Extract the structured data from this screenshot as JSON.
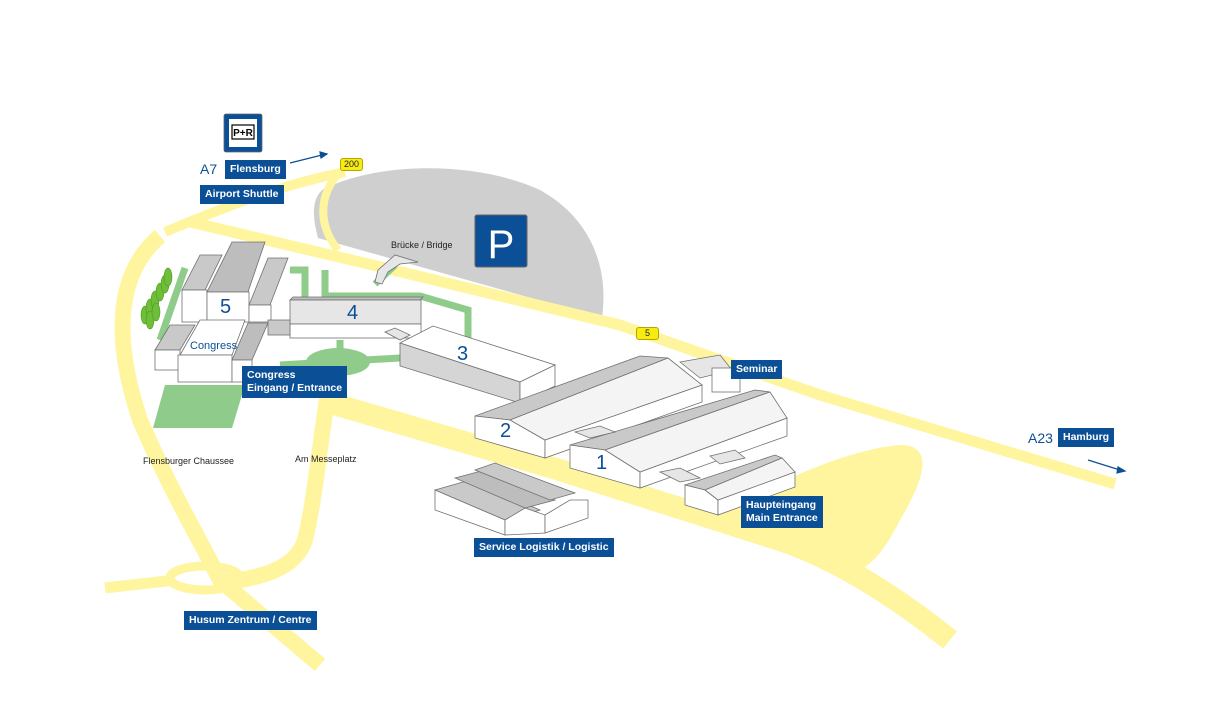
{
  "map": {
    "colors": {
      "road": "#fff59f",
      "parking_area": "#cfcfcf",
      "green": "#8fcb8a",
      "trees": "#6fbe3a",
      "label_bg": "#0b4f96",
      "label_text": "#ffffff",
      "road_badge": "#f6ec12",
      "building_wall": "#ffffff",
      "building_roof": "#d5d5d5",
      "building_stroke": "#707070"
    },
    "icons": {
      "park_and_ride": {
        "name": "park-and-ride-icon",
        "text": "P+R"
      },
      "parking": {
        "name": "parking-icon",
        "text": "P"
      }
    },
    "highways": {
      "north": {
        "number": "A7",
        "destination": "Flensburg"
      },
      "east": {
        "number": "A23",
        "destination": "Hamburg"
      }
    },
    "road_badges": {
      "b200": "200",
      "b5": "5"
    },
    "labels": {
      "airport_shuttle": "Airport Shuttle",
      "congress_entrance_line1": "Congress",
      "congress_entrance_line2": "Eingang / Entrance",
      "seminar": "Seminar",
      "main_entrance_line1": "Haupteingang",
      "main_entrance_line2": "Main Entrance",
      "service_logistic": "Service Logistik / Logistic",
      "husum_centre": "Husum Zentrum / Centre"
    },
    "street_names": {
      "flensburger_chaussee": "Flensburger Chaussee",
      "am_messeplatz": "Am Messeplatz",
      "bridge": "Brücke / Bridge"
    },
    "halls": {
      "hall1": "1",
      "hall2": "2",
      "hall3": "3",
      "hall4": "4",
      "hall5": "5",
      "congress": "Congress"
    }
  }
}
